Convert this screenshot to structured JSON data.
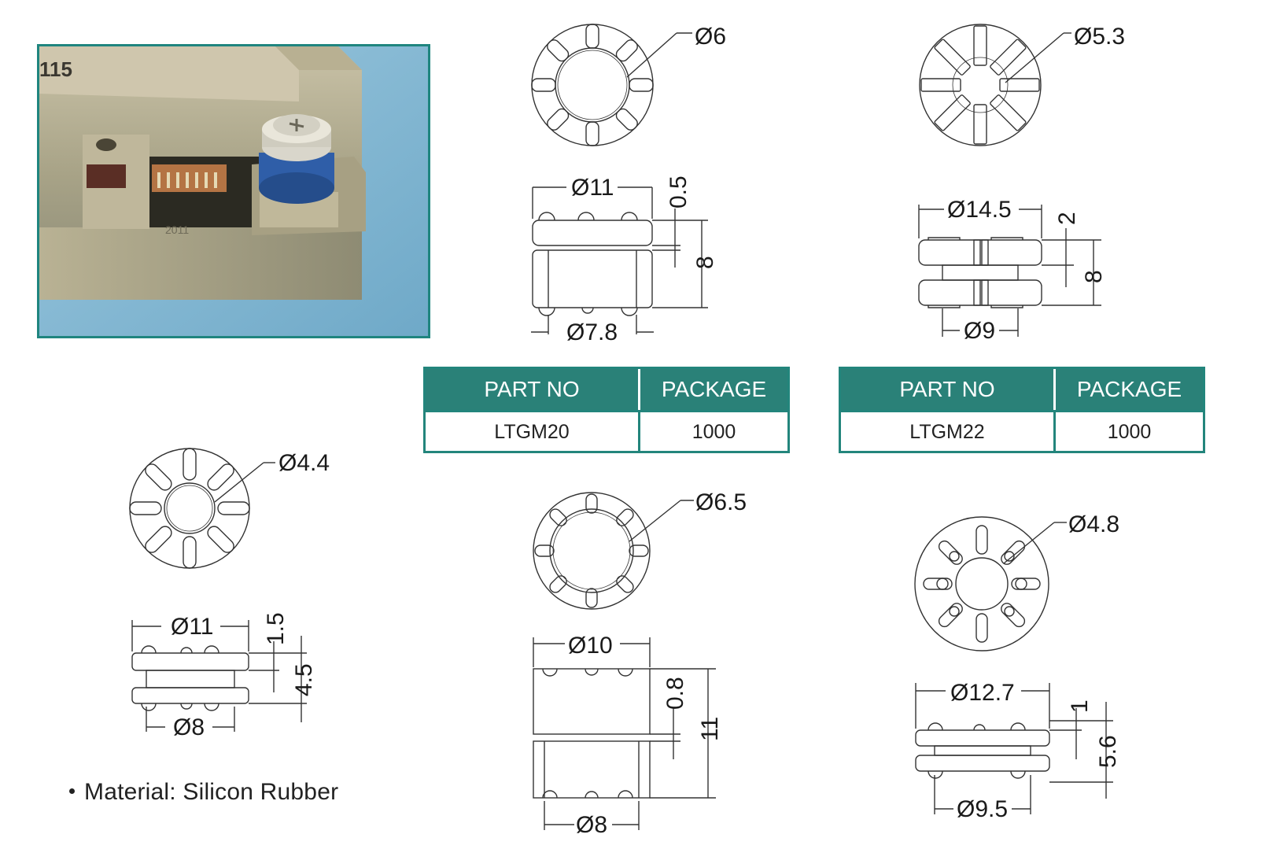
{
  "material_note": "Material: Silicon Rubber",
  "tables": [
    {
      "headers": [
        "PART NO",
        "PACKAGE"
      ],
      "rows": [
        [
          "LTGM20",
          "1000"
        ]
      ]
    },
    {
      "headers": [
        "PART NO",
        "PACKAGE"
      ],
      "rows": [
        [
          "LTGM22",
          "1000"
        ]
      ]
    }
  ],
  "photo": {
    "label": "115",
    "stamp": "2011"
  },
  "drawings": {
    "ltgm20": {
      "top_dia": "Ø6",
      "outer_dia": "Ø11",
      "inner_dia": "Ø7.8",
      "flange": "0.5",
      "height": "8"
    },
    "ltgm22": {
      "top_dia": "Ø5.3",
      "outer_dia": "Ø14.5",
      "inner_dia": "Ø9",
      "flange": "2",
      "height": "8"
    },
    "small": {
      "top_dia": "Ø4.4",
      "outer_dia": "Ø11",
      "inner_dia": "Ø8",
      "flange": "1.5",
      "height": "4.5"
    },
    "mid": {
      "top_dia": "Ø6.5",
      "outer_dia": "Ø10",
      "inner_dia": "Ø8",
      "flange": "0.8",
      "height": "11"
    },
    "right": {
      "top_dia": "Ø4.8",
      "outer_dia": "Ø12.7",
      "inner_dia": "Ø9.5",
      "flange": "1",
      "height": "5.6"
    }
  },
  "colors": {
    "teal": "#2a8178",
    "photo_bg": "#7fb6d4"
  }
}
